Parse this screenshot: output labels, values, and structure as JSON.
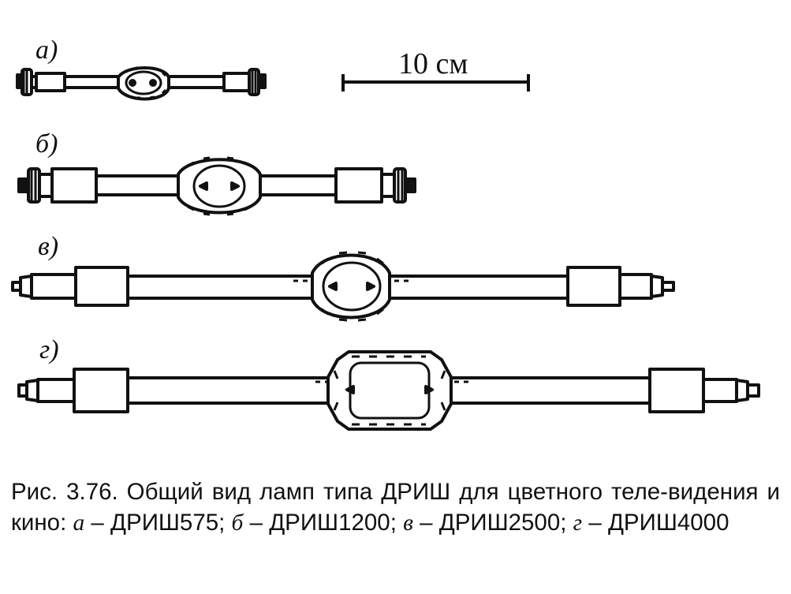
{
  "scale_bar": {
    "text": "10 см"
  },
  "lamps": [
    {
      "label": "а)"
    },
    {
      "label": "б)"
    },
    {
      "label": "в)"
    },
    {
      "label": "г)"
    }
  ],
  "caption": {
    "part1": "Рис. 3.76. Общий вид ламп типа ДРИШ для цветного теле-видения и кино: ",
    "letter_a": "а",
    "sep_a": " – ДРИШ575; ",
    "letter_b": "б",
    "sep_b": " – ДРИШ1200; ",
    "letter_v": "в",
    "sep_v": " – ДРИШ2500; ",
    "letter_g": "г",
    "sep_g": " – ДРИШ4000"
  }
}
